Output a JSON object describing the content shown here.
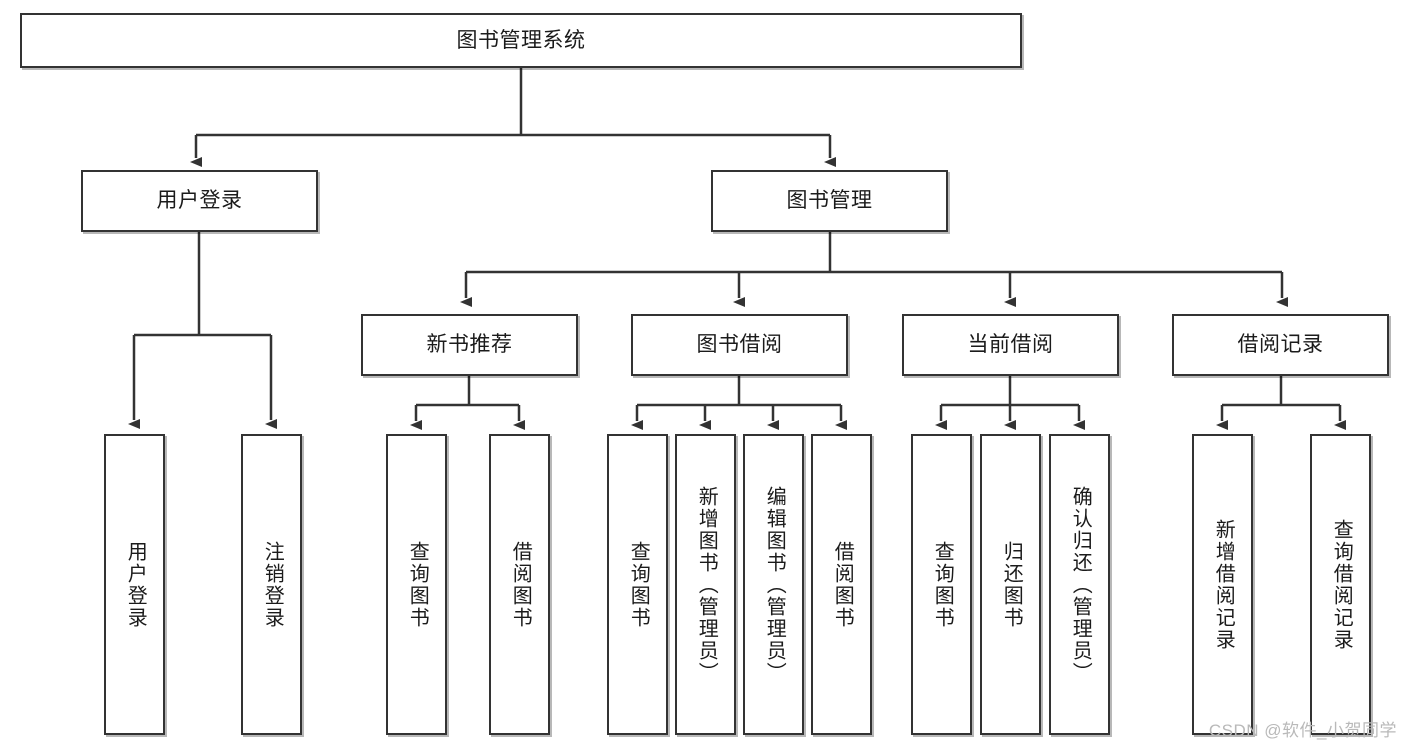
{
  "diagram": {
    "title": "图书管理系统",
    "type": "tree-hierarchy",
    "watermark": "CSDN @软件_小贺同学",
    "colors": {
      "box_border": "#333333",
      "box_fill": "#ffffff",
      "connector": "#333333",
      "text": "#1b1b1b",
      "watermark_text": "#b9b9b9",
      "background": "#ffffff"
    },
    "root": {
      "label": "图书管理系统"
    },
    "level2": [
      {
        "label": "用户登录"
      },
      {
        "label": "图书管理"
      }
    ],
    "level3": [
      {
        "label": "新书推荐"
      },
      {
        "label": "图书借阅"
      },
      {
        "label": "当前借阅"
      },
      {
        "label": "借阅记录"
      }
    ],
    "leaves": {
      "user_login": [
        {
          "label": "用户登录"
        },
        {
          "label": "注销登录"
        }
      ],
      "new_book_recommend": [
        {
          "label": "查询图书"
        },
        {
          "label": "借阅图书"
        }
      ],
      "book_borrow": [
        {
          "label": "查询图书"
        },
        {
          "label": "新增图书（管理员）"
        },
        {
          "label": "编辑图书（管理员）"
        },
        {
          "label": "借阅图书"
        }
      ],
      "current_borrow": [
        {
          "label": "查询图书"
        },
        {
          "label": "归还图书"
        },
        {
          "label": "确认归还（管理员）"
        }
      ],
      "borrow_record": [
        {
          "label": "新增借阅记录"
        },
        {
          "label": "查询借阅记录"
        }
      ]
    }
  }
}
